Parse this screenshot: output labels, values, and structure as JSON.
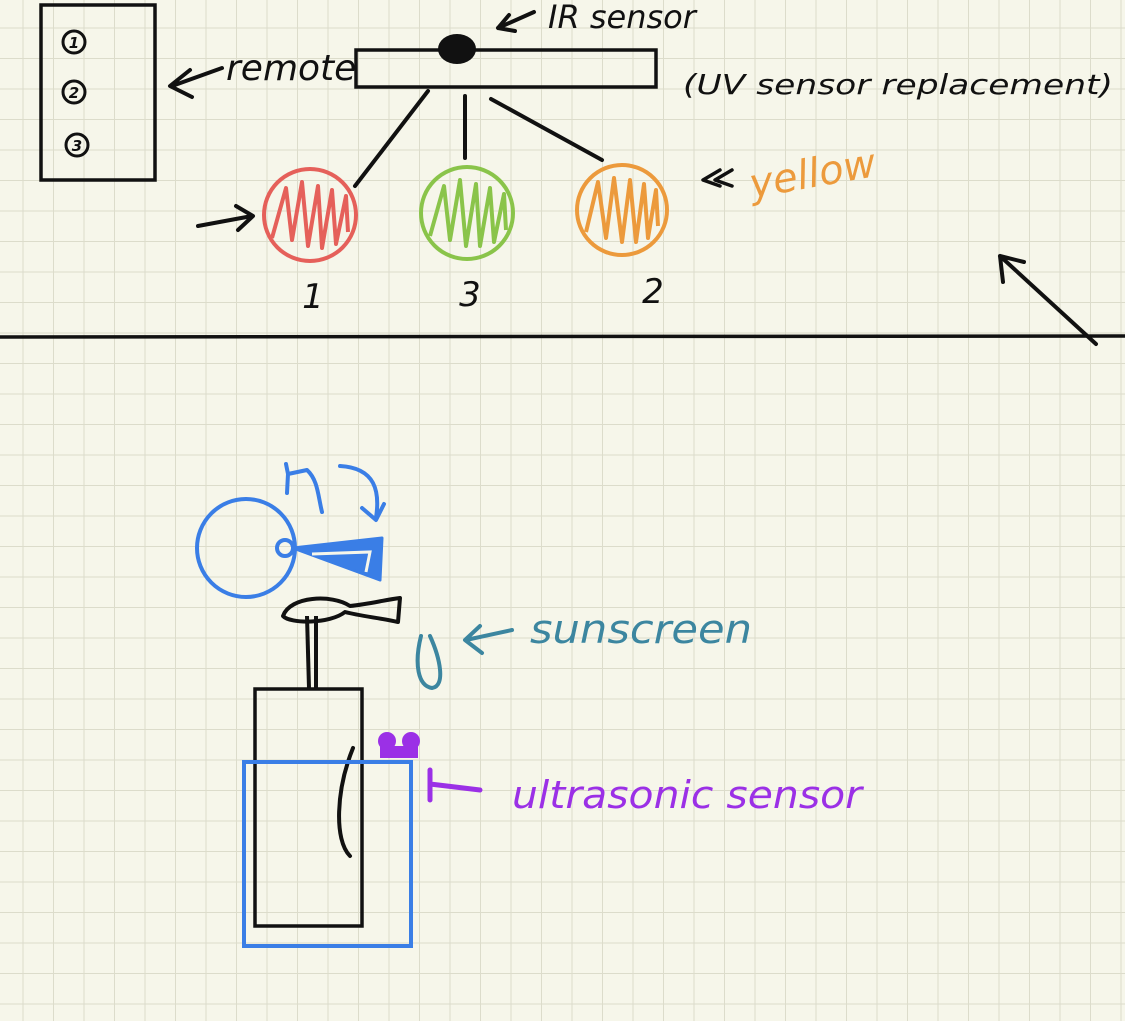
{
  "labels": {
    "remote": "remote",
    "remote_buttons": [
      "1",
      "2",
      "3"
    ],
    "ir_sensor": "IR sensor",
    "uv_note": "(UV sensor replacement)",
    "yellow": "yellow",
    "sunscreen": "sunscreen",
    "ultrasonic_sensor": "ultrasonic sensor"
  },
  "circles": [
    {
      "name": "red-circle",
      "number": "1",
      "color": "#e5605a"
    },
    {
      "name": "green-circle",
      "number": "3",
      "color": "#8ac44a"
    },
    {
      "name": "orange-circle",
      "number": "2",
      "color": "#ec9a3c"
    }
  ],
  "colors": {
    "ink": "#111111",
    "blue": "#3a7ee6",
    "teal": "#3c86a0",
    "purple": "#9b30e6",
    "orange_label": "#ec9a3c",
    "background": "#f6f6ea",
    "grid": "#dcdccb"
  }
}
